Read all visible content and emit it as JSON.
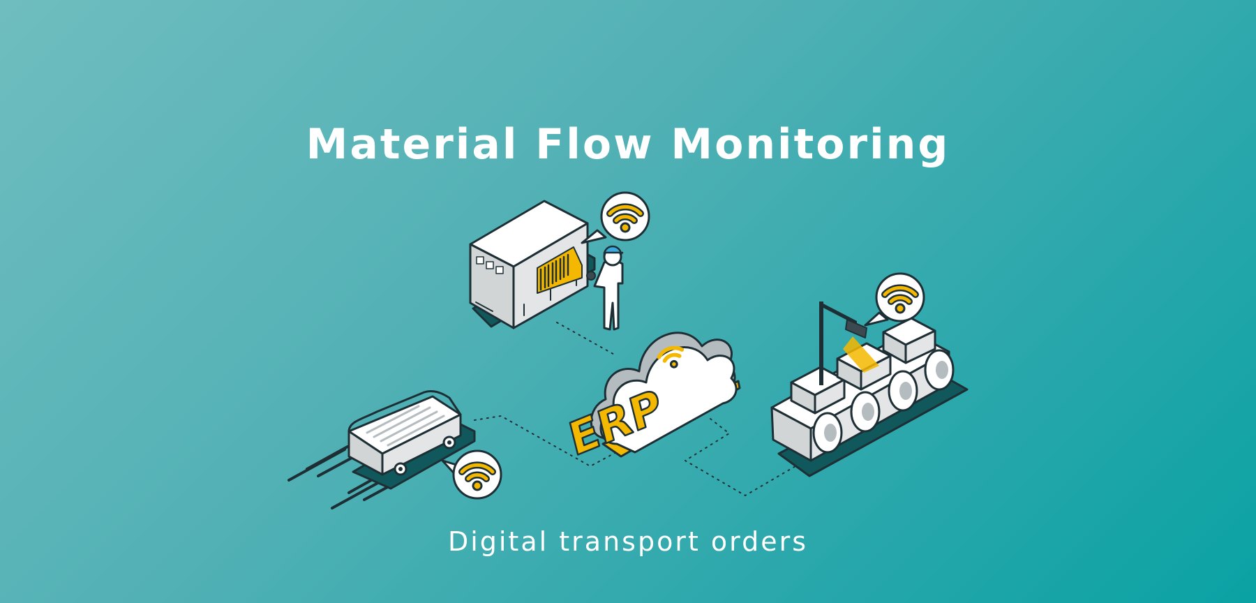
{
  "title": "Material Flow Monitoring",
  "subtitle": "Digital transport orders",
  "cloud_label": "ERP",
  "colors": {
    "background_start": "#6fbdbf",
    "background_end": "#0aa2a4",
    "accent_yellow": "#f5b800",
    "outline": "#1d2f35",
    "shadow": "#10585c",
    "surface": "#ffffff",
    "surface_grey": "#d9dbdc"
  },
  "icons": [
    "wifi-icon",
    "container-icon",
    "barcode-icon",
    "worker-icon",
    "cloud-icon",
    "agv-vehicle-icon",
    "conveyor-belt-icon",
    "scanner-icon",
    "package-icon"
  ]
}
